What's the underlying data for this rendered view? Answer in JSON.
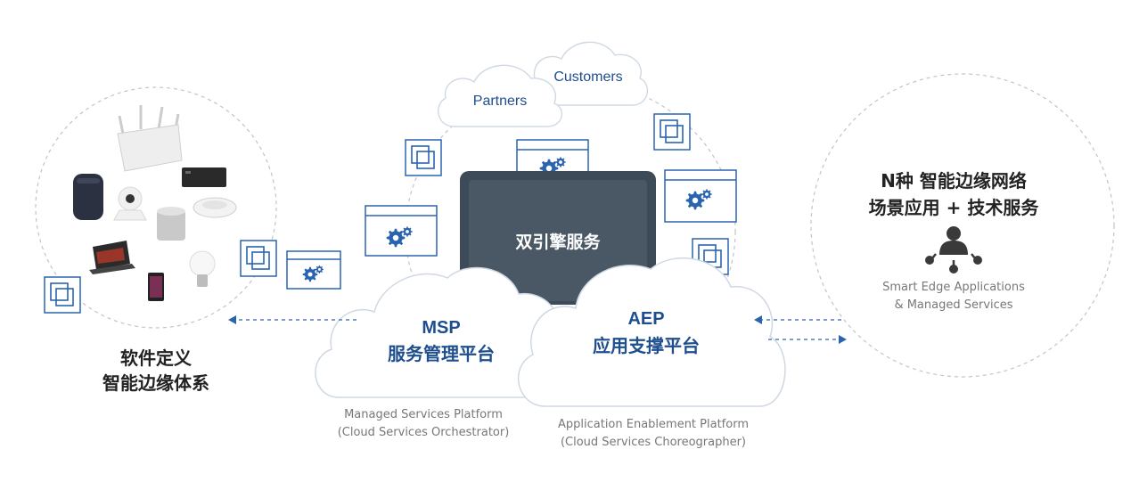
{
  "left_circle": {
    "line1": "软件定义",
    "line2": "智能边缘体系"
  },
  "right_circle": {
    "line1": "N种 智能边缘网络",
    "line2": "场景应用 + 技术服务",
    "en_line1": "Smart Edge Applications",
    "en_line2": "& Managed Services"
  },
  "top_clouds": {
    "partners": "Partners",
    "customers": "Customers"
  },
  "monitor": {
    "label": "双引擎服务"
  },
  "msp": {
    "title": "MSP",
    "subtitle": "服务管理平台",
    "en_line1": "Managed Services Platform",
    "en_line2": "(Cloud Services Orchestrator)"
  },
  "aep": {
    "title": "AEP",
    "subtitle": "应用支撑平台",
    "en_line1": "Application Enablement Platform",
    "en_line2": "(Cloud Services Choreographer)"
  },
  "colors": {
    "blue": "#1f4e8f",
    "icon_blue": "#2a64b0",
    "monitor": "#3d4a57",
    "monitor_screen": "#4a5866",
    "dashed_grey": "#bbbbbb",
    "cloud_stroke": "#cfd8e3"
  }
}
